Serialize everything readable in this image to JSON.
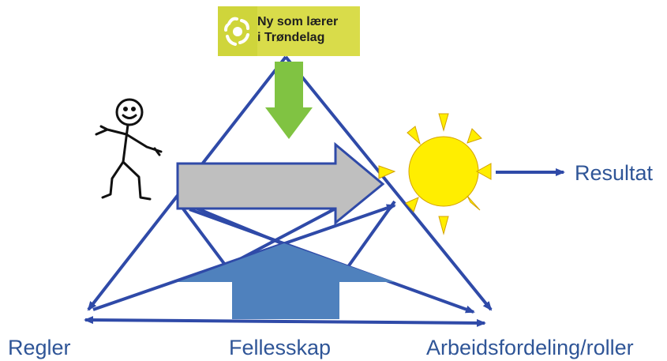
{
  "logo": {
    "line1": "Ny som lærer",
    "line2": "i Trøndelag",
    "icon": "sunflower-logo-icon"
  },
  "labels": {
    "regler": "Regler",
    "fellesskap": "Fellesskap",
    "arbeidsfordeling": "Arbeidsfordeling/roller",
    "resultat": "Resultat"
  },
  "colors": {
    "line_blue": "#2f4aa8",
    "label_blue": "#2f5597",
    "green_arrow": "#80c342",
    "grey_arrow": "#bfbfbf",
    "blue_arrow": "#4f81bd",
    "sun_yellow": "#ffee00",
    "logo_yellow": "#d9dc4a"
  },
  "icons": [
    "stick-figure-icon",
    "sun-icon",
    "sunflower-logo-icon"
  ]
}
